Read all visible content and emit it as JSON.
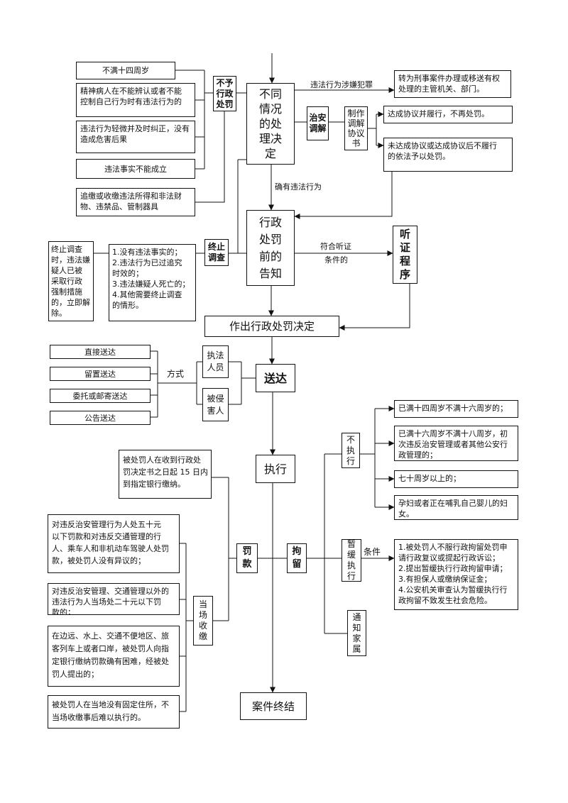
{
  "no_punishment": {
    "label": [
      "不予",
      "行政",
      "处罚"
    ],
    "reasons": [
      [
        "不满十四周岁"
      ],
      [
        "精神病人在不能辨认或者不能",
        "控制自己行为时有违法行为的"
      ],
      [
        "违法行为轻微并及时纠正，没有",
        "造成危害后果"
      ],
      [
        "违法事实不能成立"
      ]
    ],
    "confiscate": [
      "追缴或收缴违法所得和非法财",
      "物、违禁品、管制器具"
    ]
  },
  "decision": {
    "label": [
      "不同",
      "情况",
      "的处",
      "理决",
      "定"
    ],
    "crime_condition": "违法行为涉嫌犯罪",
    "crime_result": [
      "转为刑事案件办理或移送有权",
      "处理的主管机关、部门。"
    ],
    "violation_condition": "确有违法行为"
  },
  "mediation": {
    "label": [
      "治安",
      "调解"
    ],
    "agreement": [
      "制作",
      "调解",
      "协议",
      "书"
    ],
    "fulfilled": "达成协议并履行，不再处罚。",
    "unfulfilled": [
      "未达成协议或达成协议后不履行",
      "的依法予以处罚。"
    ]
  },
  "pre_notice": {
    "label": [
      "行政",
      "处罚",
      "前的",
      "告知"
    ],
    "hearing_condition": [
      "符合听证",
      "条件的"
    ],
    "hearing": [
      "听",
      "证",
      "程",
      "序"
    ]
  },
  "terminate": {
    "label": [
      "终止",
      "调查"
    ],
    "conditions": [
      "1.没有违法事实的；",
      "2.违法行为已过追究",
      "时效的；",
      "3.违法嫌疑人死亡的；",
      "4.其他需要终止调查",
      "的情形。"
    ],
    "release": [
      "终止调查",
      "时，违法嫌",
      "疑人已被",
      "采取行政",
      "强制措施",
      "的，立即解",
      "除。"
    ]
  },
  "punishment_decision": "作出行政处罚决定",
  "delivery": {
    "label": "送达",
    "method_label": "方式",
    "methods": [
      "直接送达",
      "留置送达",
      "委托或邮寄送达",
      "公告送达"
    ],
    "recipients": [
      [
        "执法",
        "人员"
      ],
      [
        "被侵",
        "害人"
      ]
    ]
  },
  "execution": {
    "label": "执行",
    "fine": {
      "label": [
        "罚",
        "款"
      ],
      "bank": [
        "被处罚人在收到行政处",
        "罚决定书之日起 15 日内",
        "到指定银行缴纳。"
      ],
      "onsite_label": [
        "当",
        "场",
        "收",
        "缴"
      ],
      "onsite_cases": [
        [
          "对违反治安管理行为人处五十元",
          "以下罚款和对违反交通管理的行",
          "人、乘车人和非机动车驾驶人处罚",
          "款，被处罚人没有异议的；"
        ],
        [
          "对违反治安管理、交通管理以外的",
          "违法行为人当场处二十元以下罚",
          "款的；"
        ],
        [
          "在边远、水上、交通不便地区、旅",
          "客列车上或者口岸，被处罚人向指",
          "定银行缴纳罚款确有困难，经被处",
          "罚人提出的；"
        ],
        [
          "被处罚人在当地没有固定住所，不",
          "当场收缴事后难以执行的。"
        ]
      ]
    },
    "detention": {
      "label": [
        "拘",
        "留"
      ],
      "not_execute_label": [
        "不",
        "执",
        "行"
      ],
      "not_execute_cases": [
        [
          "已满十四周岁不满十六周岁的；"
        ],
        [
          "已满十六周岁不满十八周岁，初",
          "次违反治安管理或者其他公安行",
          "政管理的；"
        ],
        [
          "七十周岁以上的；"
        ],
        [
          "孕妇或者正在哺乳自己婴儿的妇",
          "女。"
        ]
      ],
      "suspend_label": [
        "暂",
        "缓",
        "执",
        "行"
      ],
      "suspend_condition_label": "条件",
      "suspend_conditions": [
        "1.被处罚人不服行政拘留处罚申",
        "请行政复议或提起行政诉讼；",
        "2.提出暂缓执行行政拘留申请；",
        "3.有担保人或缴纳保证金；",
        "4.公安机关审查认为暂缓执行行",
        "政拘留不致发生社会危险。"
      ],
      "notify_label": [
        "通",
        "知",
        "家",
        "属"
      ]
    }
  },
  "case_closed": "案件终结"
}
